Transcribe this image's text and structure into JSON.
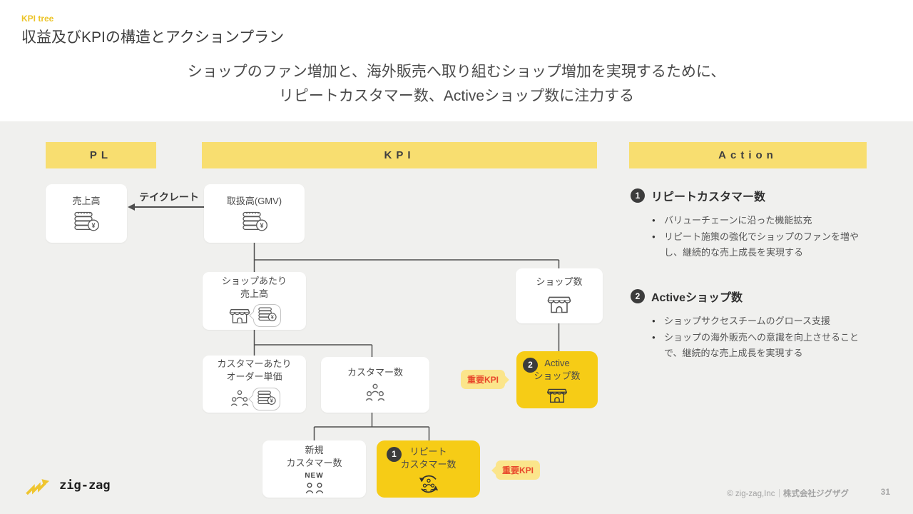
{
  "header": {
    "eyebrow": "KPI tree",
    "title": "収益及びKPIの構造とアクションプラン",
    "subtitle_line1": "ショップのファン増加と、海外販売へ取り組むショップ増加を実現するために、",
    "subtitle_line2": "リピートカスタマー数、Activeショップ数に注力する"
  },
  "columns": {
    "pl": "PL",
    "kpi": "KPI",
    "action": "Action"
  },
  "tree": {
    "take_rate_label": "テイクレート",
    "important_kpi_label": "重要KPI",
    "nodes": {
      "sales": {
        "label": "売上高"
      },
      "gmv": {
        "label": "取扱高(GMV)"
      },
      "sales_per_shop": {
        "line1": "ショップあたり",
        "line2": "売上高"
      },
      "shop_count": {
        "label": "ショップ数"
      },
      "order_value_per_customer": {
        "line1": "カスタマーあたり",
        "line2": "オーダー単価"
      },
      "customer_count": {
        "label": "カスタマー数"
      },
      "active_shops": {
        "number": "2",
        "line1": "Active",
        "line2": "ショップ数"
      },
      "new_customers": {
        "line1": "新規",
        "line2": "カスタマー数",
        "badge": "NEW"
      },
      "repeat_customers": {
        "number": "1",
        "line1": "リピート",
        "line2": "カスタマー数"
      }
    }
  },
  "action_panel": {
    "items": [
      {
        "number": "1",
        "title": "リピートカスタマー数",
        "bullets": [
          "バリューチェーンに沿った機能拡充",
          "リピート施策の強化でショップのファンを増やし、継続的な売上成長を実現する"
        ]
      },
      {
        "number": "2",
        "title": "Activeショップ数",
        "bullets": [
          "ショップサクセスチームのグロース支援",
          "ショップの海外販売への意識を向上させることで、継続的な売上成長を実現する"
        ]
      }
    ]
  },
  "footer": {
    "logo_text": "zig-zag",
    "copyright": "© zig-zag,Inc",
    "separator": "｜",
    "company": "株式会社ジグザグ",
    "page_number": "31"
  },
  "colors": {
    "banner_yellow": "#F8DE70",
    "highlight_yellow": "#F6CC16",
    "tag_yellow": "#FBE58B",
    "tag_text_red": "#E8472B",
    "eyebrow_gold": "#ECC428",
    "background_gray": "#F0F0EE",
    "line_gray": "#4F4F4F"
  }
}
